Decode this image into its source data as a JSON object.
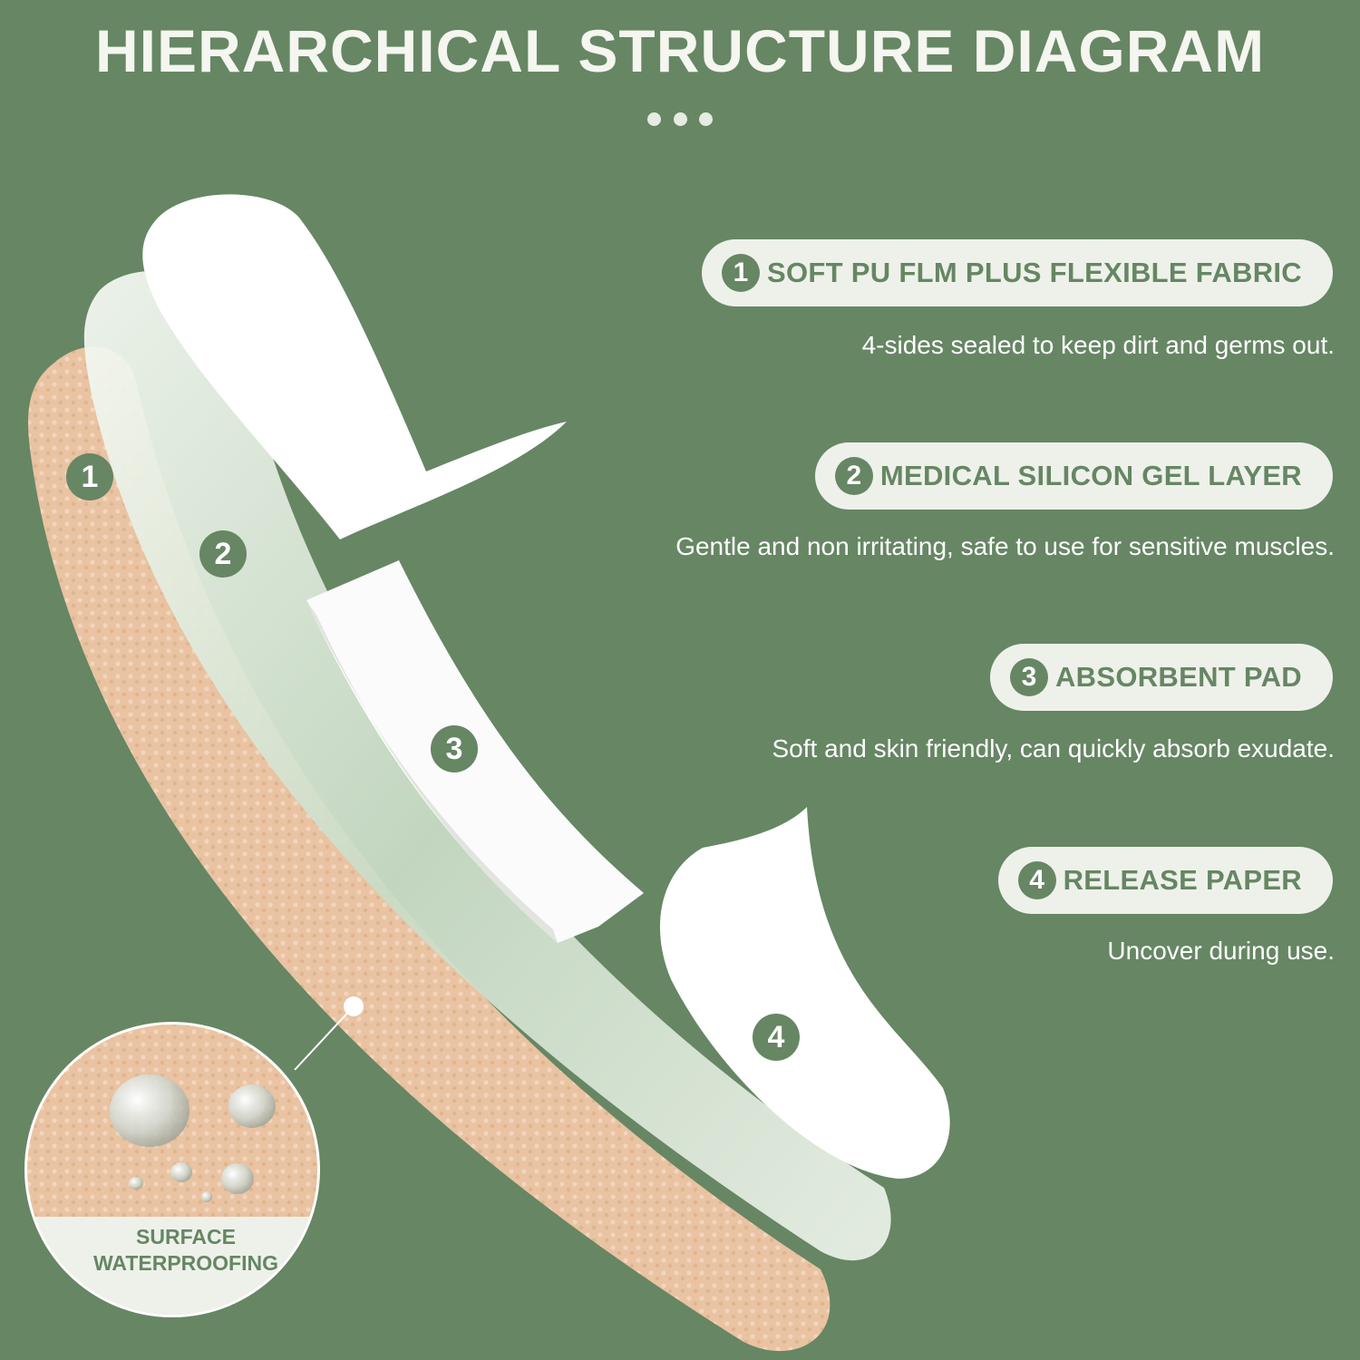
{
  "title": "HIERARCHICAL STRUCTURE DIAGRAM",
  "layers": [
    {
      "number": "1",
      "label": "SOFT PU FLM PLUS FLEXIBLE FABRIC",
      "description": "4-sides sealed to keep dirt and germs out."
    },
    {
      "number": "2",
      "label": "MEDICAL SILICON GEL LAYER",
      "description": "Gentle and non irritating, safe to use for sensitive muscles."
    },
    {
      "number": "3",
      "label": "ABSORBENT PAD",
      "description": "Soft and skin friendly, can quickly absorb exudate."
    },
    {
      "number": "4",
      "label": "RELEASE PAPER",
      "description": "Uncover during use."
    }
  ],
  "zoom": {
    "line1": "SURFACE",
    "line2": "WATERPROOFING"
  },
  "colors": {
    "background": "#668664",
    "pill": "#eef1ea",
    "fabric": "#e8bf9c",
    "gel": "#cfe0cc",
    "paper": "#ffffff"
  }
}
